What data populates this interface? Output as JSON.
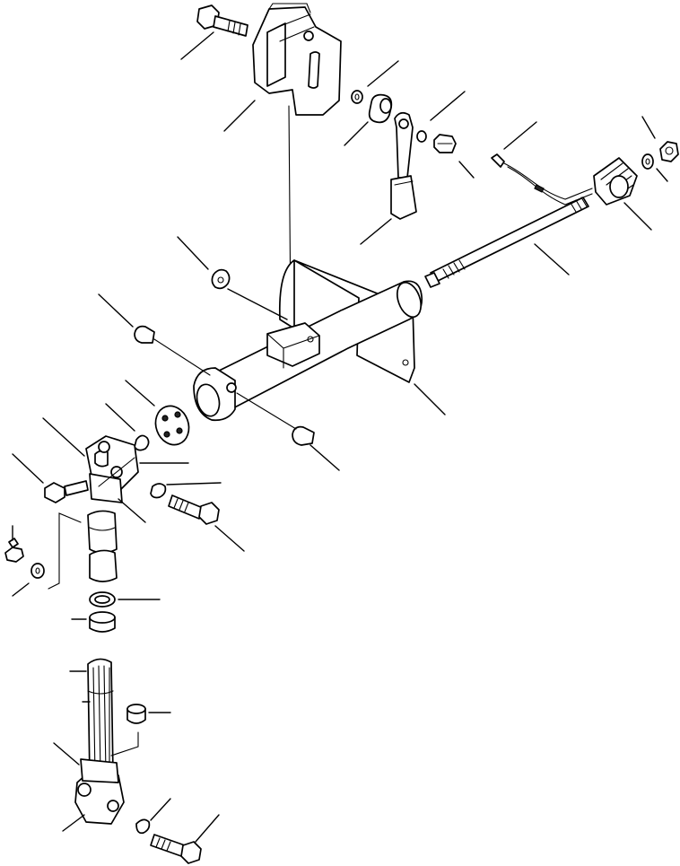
{
  "diagram": {
    "colors": {
      "ink": "#000000",
      "paper": "#ffffff"
    },
    "parts": [
      "bolt-top",
      "bracket-top",
      "washer-top",
      "bushing-top",
      "lever-handle",
      "knob-bolt",
      "nut-right",
      "washer-right",
      "grip-knob",
      "cable-end",
      "shaft-long",
      "spacer-nut",
      "column-tube",
      "mount-plate",
      "pin-left",
      "pin-right",
      "rubber-coupling",
      "snap-ring",
      "universal-joint-upper",
      "bolt-ujoint",
      "clip-ujoint",
      "grease-fitting",
      "washer-left",
      "sleeve-tube",
      "seal-ring",
      "bushing-lower",
      "spline-shaft",
      "plug-lower",
      "universal-joint-lower",
      "clip-lower",
      "bolt-lower"
    ]
  }
}
